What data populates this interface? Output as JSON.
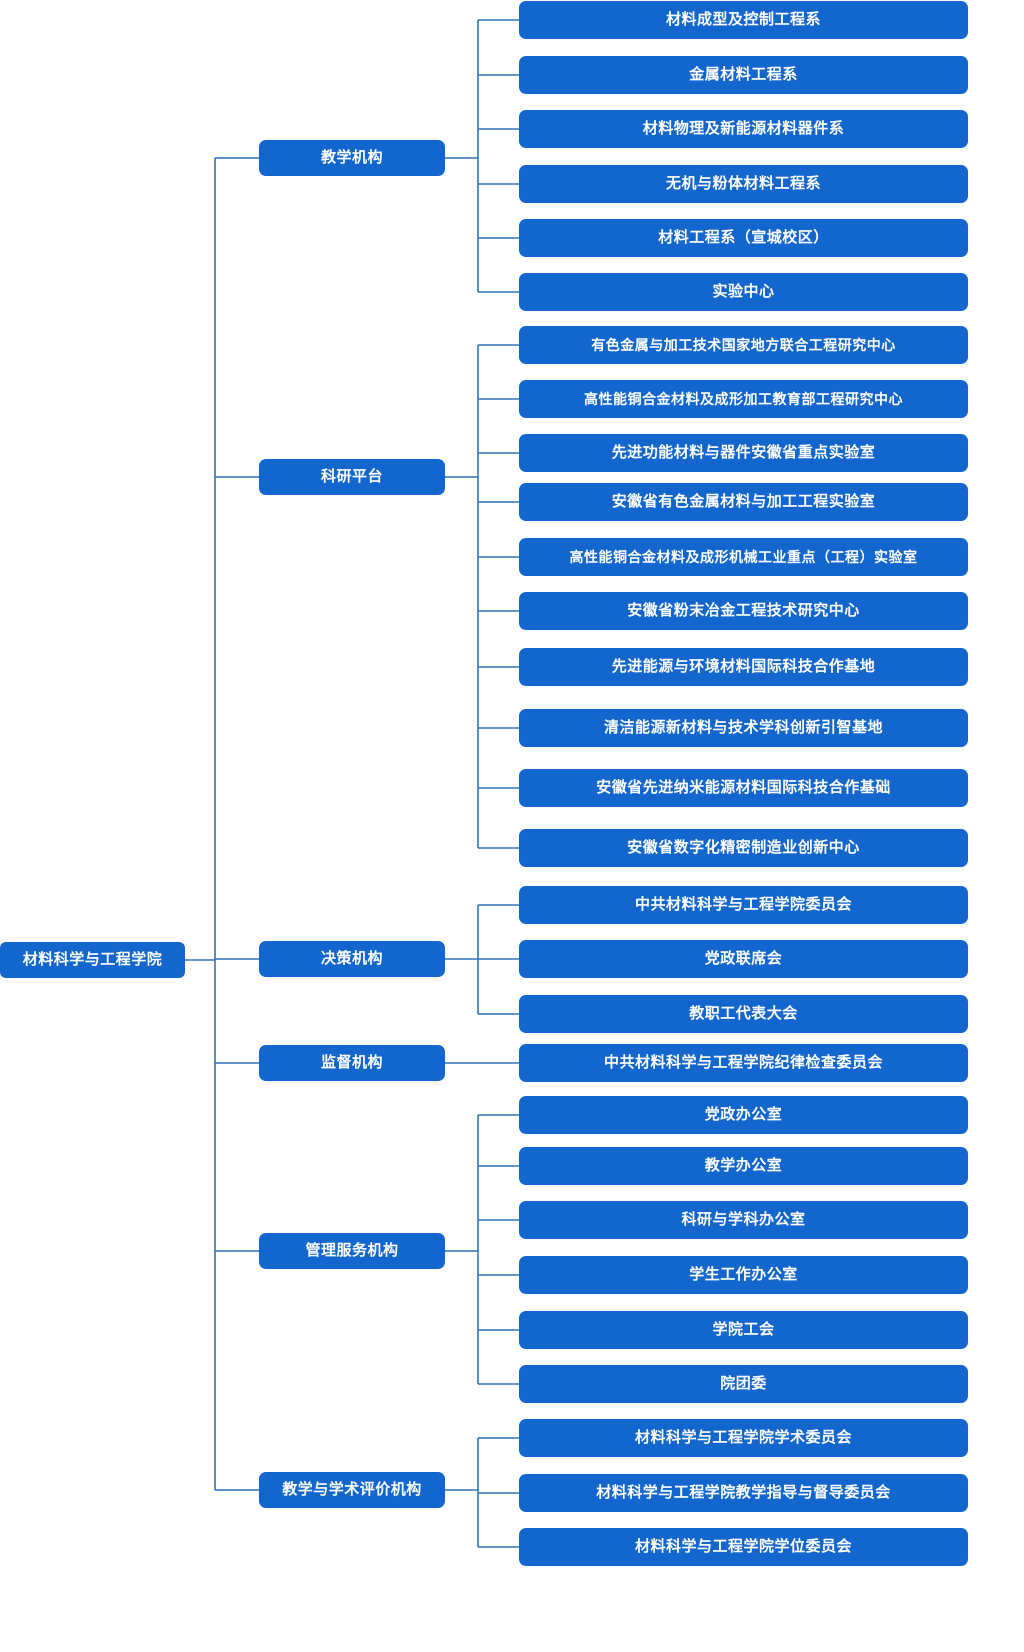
{
  "meta": {
    "title": "材料科学与工程学院组织架构图",
    "accent_box": "#1266ce",
    "accent_line": "#2f74b5",
    "text_color": "#ffffff",
    "background": "#ffffff"
  },
  "root": {
    "label": "材料科学与工程学院"
  },
  "categories": [
    {
      "label": "教学机构"
    },
    {
      "label": "科研平台"
    },
    {
      "label": "决策机构"
    },
    {
      "label": "监督机构"
    },
    {
      "label": "管理服务机构"
    },
    {
      "label": "教学与学术评价机构"
    }
  ],
  "leaves": [
    {
      "label": "材料成型及控制工程系",
      "parent": "教学机构"
    },
    {
      "label": "金属材料工程系",
      "parent": "教学机构"
    },
    {
      "label": "材料物理及新能源材料器件系",
      "parent": "教学机构"
    },
    {
      "label": "无机与粉体材料工程系",
      "parent": "教学机构"
    },
    {
      "label": "材料工程系（宣城校区）",
      "parent": "教学机构"
    },
    {
      "label": "实验中心",
      "parent": "教学机构"
    },
    {
      "label": "有色金属与加工技术国家地方联合工程研究中心",
      "parent": "科研平台"
    },
    {
      "label": "高性能铜合金材料及成形加工教育部工程研究中心",
      "parent": "科研平台"
    },
    {
      "label": "先进功能材料与器件安徽省重点实验室",
      "parent": "科研平台"
    },
    {
      "label": "安徽省有色金属材料与加工工程实验室",
      "parent": "科研平台"
    },
    {
      "label": "高性能铜合金材料及成形机械工业重点（工程）实验室",
      "parent": "科研平台"
    },
    {
      "label": "安徽省粉末冶金工程技术研究中心",
      "parent": "科研平台"
    },
    {
      "label": "先进能源与环境材料国际科技合作基地",
      "parent": "科研平台"
    },
    {
      "label": "清洁能源新材料与技术学科创新引智基地",
      "parent": "科研平台"
    },
    {
      "label": "安徽省先进纳米能源材料国际科技合作基础",
      "parent": "科研平台"
    },
    {
      "label": "安徽省数字化精密制造业创新中心",
      "parent": "科研平台"
    },
    {
      "label": "中共材料科学与工程学院委员会",
      "parent": "决策机构"
    },
    {
      "label": "党政联席会",
      "parent": "决策机构"
    },
    {
      "label": "教职工代表大会",
      "parent": "决策机构"
    },
    {
      "label": "中共材料科学与工程学院纪律检查委员会",
      "parent": "监督机构"
    },
    {
      "label": "党政办公室",
      "parent": "管理服务机构"
    },
    {
      "label": "教学办公室",
      "parent": "管理服务机构"
    },
    {
      "label": "科研与学科办公室",
      "parent": "管理服务机构"
    },
    {
      "label": "学生工作办公室",
      "parent": "管理服务机构"
    },
    {
      "label": "学院工会",
      "parent": "管理服务机构"
    },
    {
      "label": "院团委",
      "parent": "管理服务机构"
    },
    {
      "label": "材料科学与工程学院学术委员会",
      "parent": "教学与学术评价机构"
    },
    {
      "label": "材料科学与工程学院教学指导与督导委员会",
      "parent": "教学与学术评价机构"
    },
    {
      "label": "材料科学与工程学院学位委员会",
      "parent": "教学与学术评价机构"
    }
  ]
}
